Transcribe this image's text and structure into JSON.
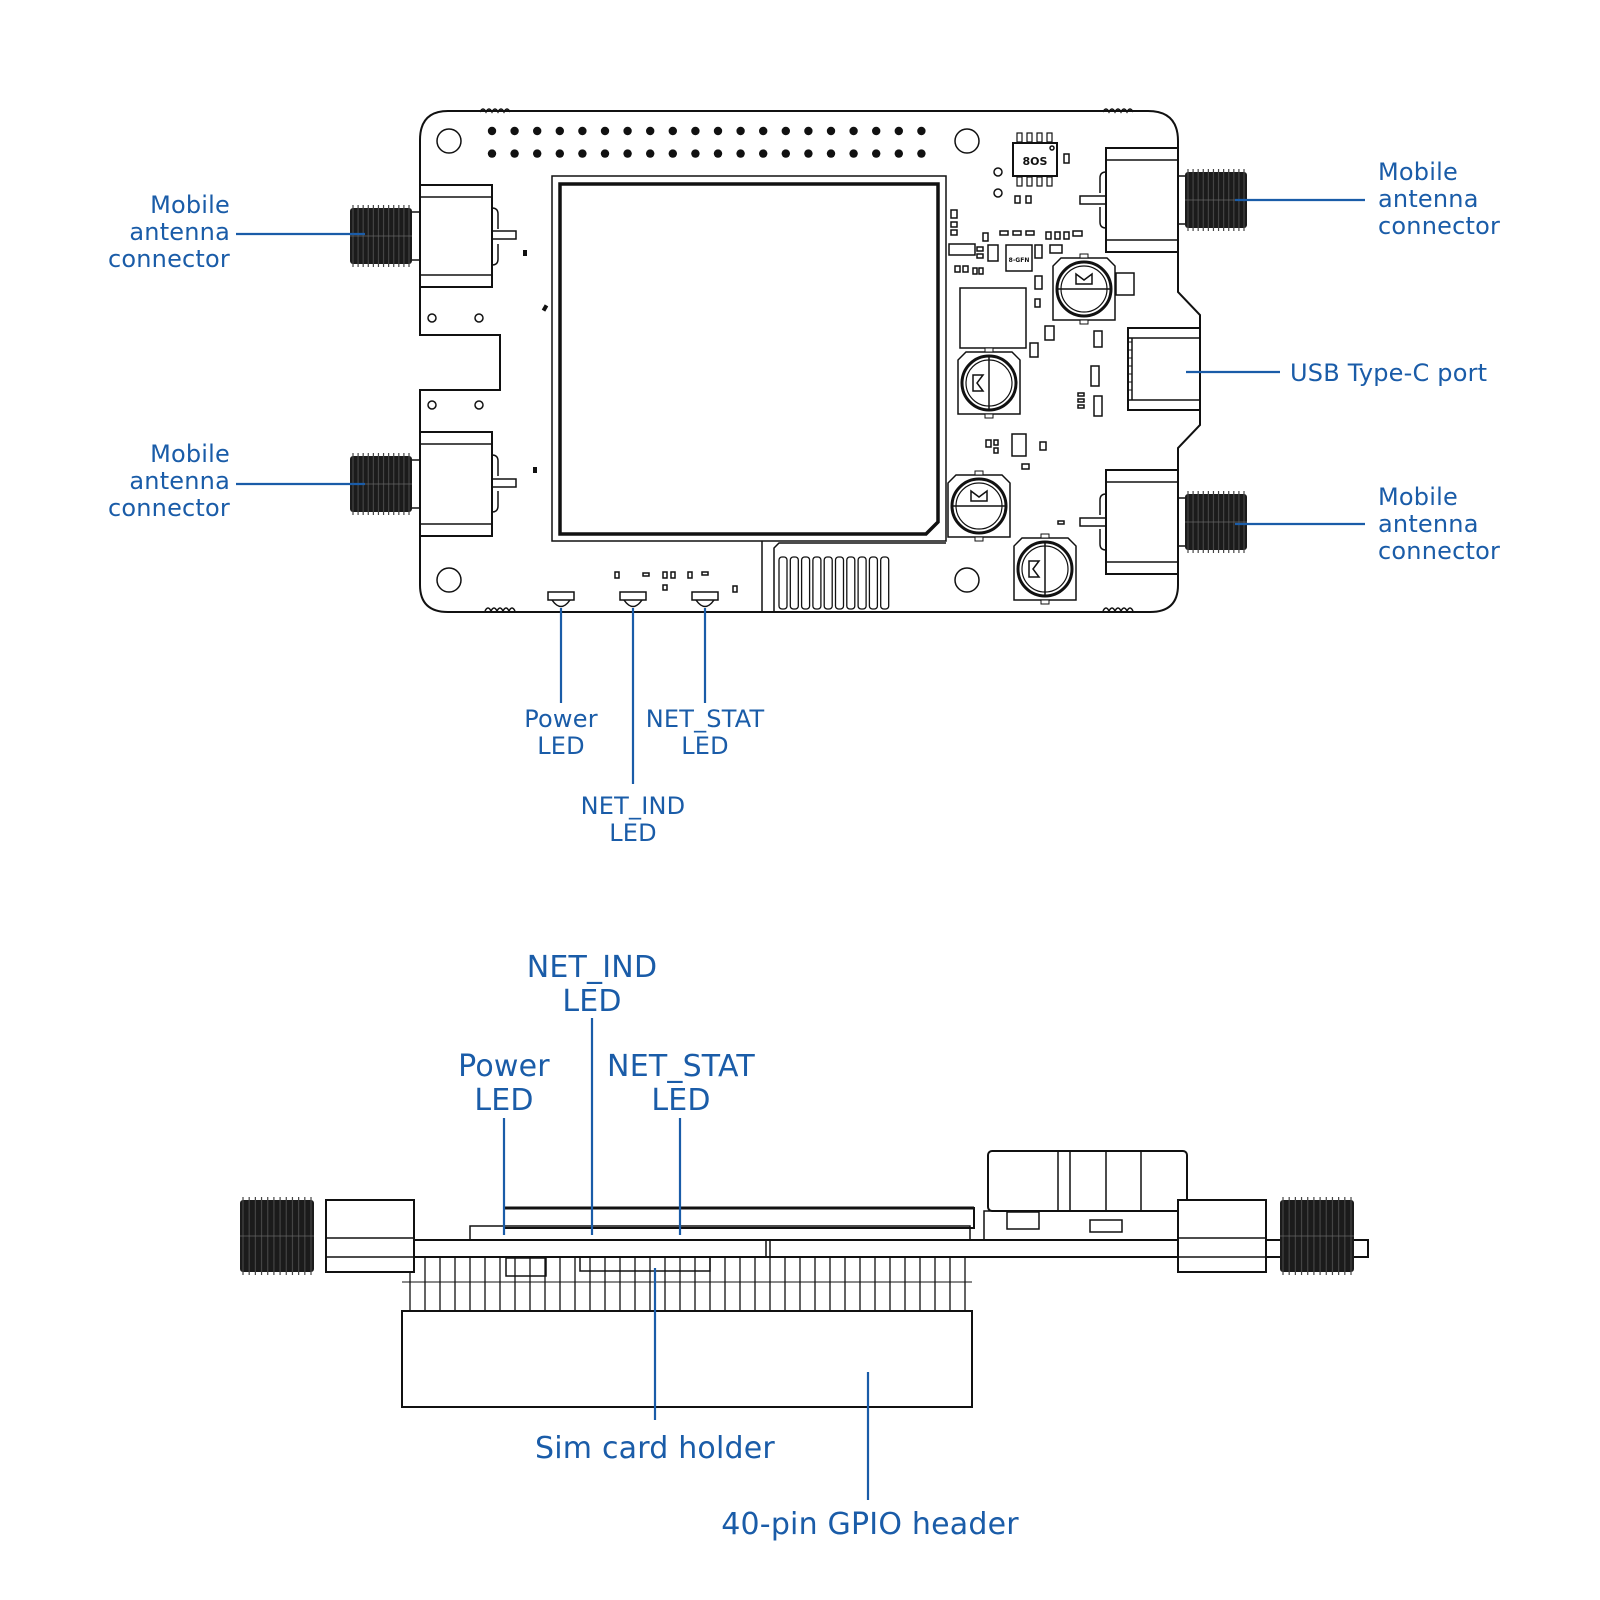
{
  "colors": {
    "label": "#1a5ca8",
    "outline": "#111111",
    "background": "#ffffff"
  },
  "top_view": {
    "labels": {
      "antenna_left_top": "Mobile\nantenna\nconnector",
      "antenna_left_bottom": "Mobile\nantenna\nconnector",
      "antenna_right_top": "Mobile\nantenna\nconnector",
      "antenna_right_bottom": "Mobile\nantenna\nconnector",
      "usb_c": "USB Type-C port",
      "power_led": "Power\nLED",
      "net_stat_led": "NET_STAT\nLED",
      "net_ind_led": "NET_IND\nLED"
    },
    "chip_markings": {
      "eeprom": "8OS",
      "regulator": "8-GFN"
    },
    "gpio_pin_columns": 20,
    "gpio_pin_rows": 2
  },
  "side_view": {
    "labels": {
      "net_ind_led": "NET_IND\nLED",
      "power_led": "Power\nLED",
      "net_stat_led": "NET_STAT\nLED",
      "sim_card_holder": "Sim card holder",
      "gpio_header": "40-pin GPIO header"
    }
  }
}
